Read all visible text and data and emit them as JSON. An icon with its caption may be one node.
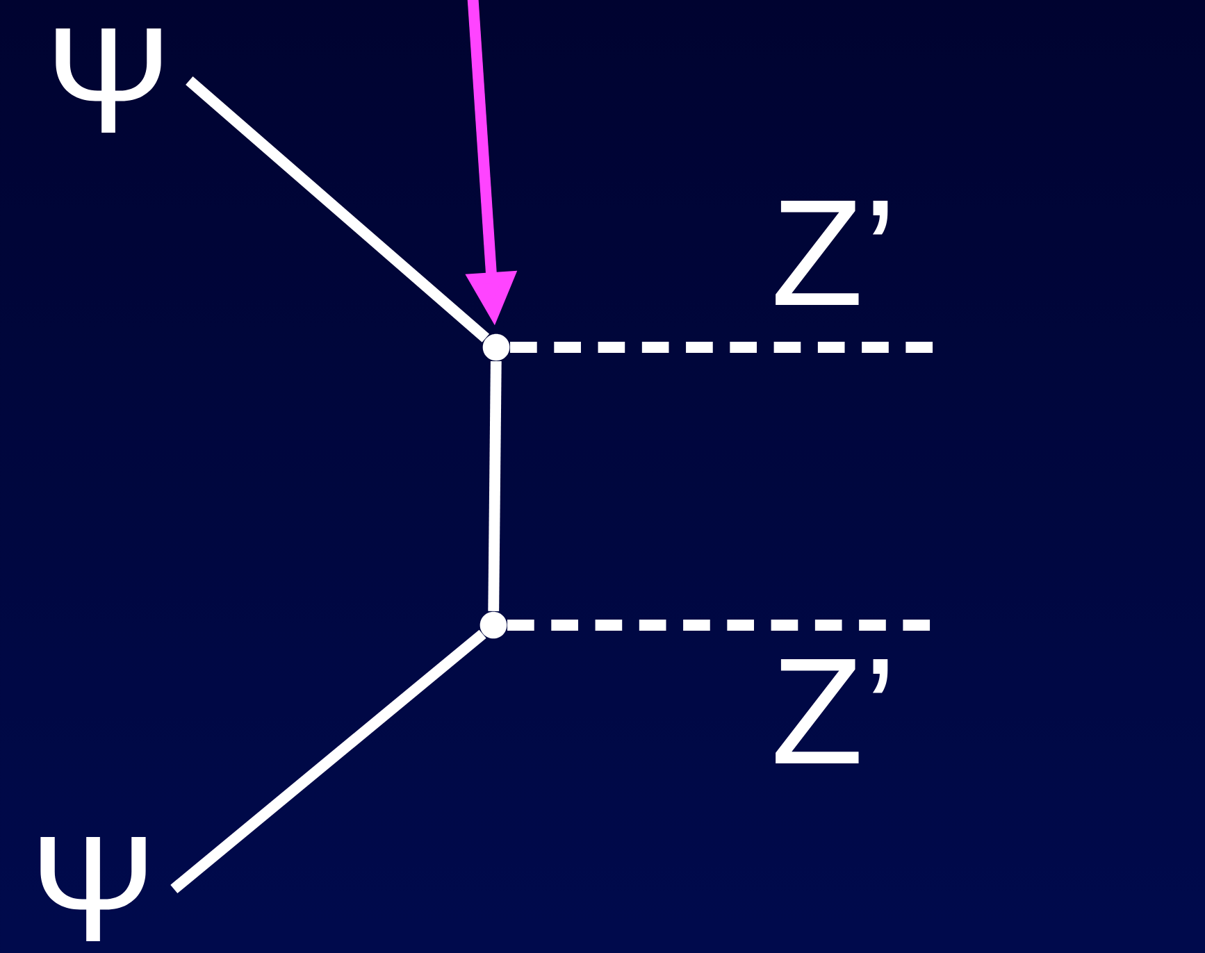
{
  "diagram": {
    "nodes": [
      {
        "text": [
          "Ψ"
        ]
      },
      {
        "text": [
          "Ψ"
        ]
      },
      {
        "text": [],
        "shape": "circle"
      },
      {
        "text": [],
        "shape": "circle"
      }
    ],
    "edges": [
      {
        "from": 0,
        "to": 2,
        "arrow": "none"
      },
      {
        "from": 1,
        "to": 3,
        "arrow": "none"
      },
      {
        "from": 2,
        "to": 3,
        "arrow": "none"
      },
      {
        "from": 2,
        "to": null,
        "arrow": "none",
        "style": "dashed",
        "label": "Z’"
      },
      {
        "from": 3,
        "to": null,
        "arrow": "none",
        "style": "dashed",
        "label": "Z’"
      },
      {
        "from": null,
        "to": 2,
        "arrow": "to",
        "color": "#ff44ff"
      }
    ]
  }
}
